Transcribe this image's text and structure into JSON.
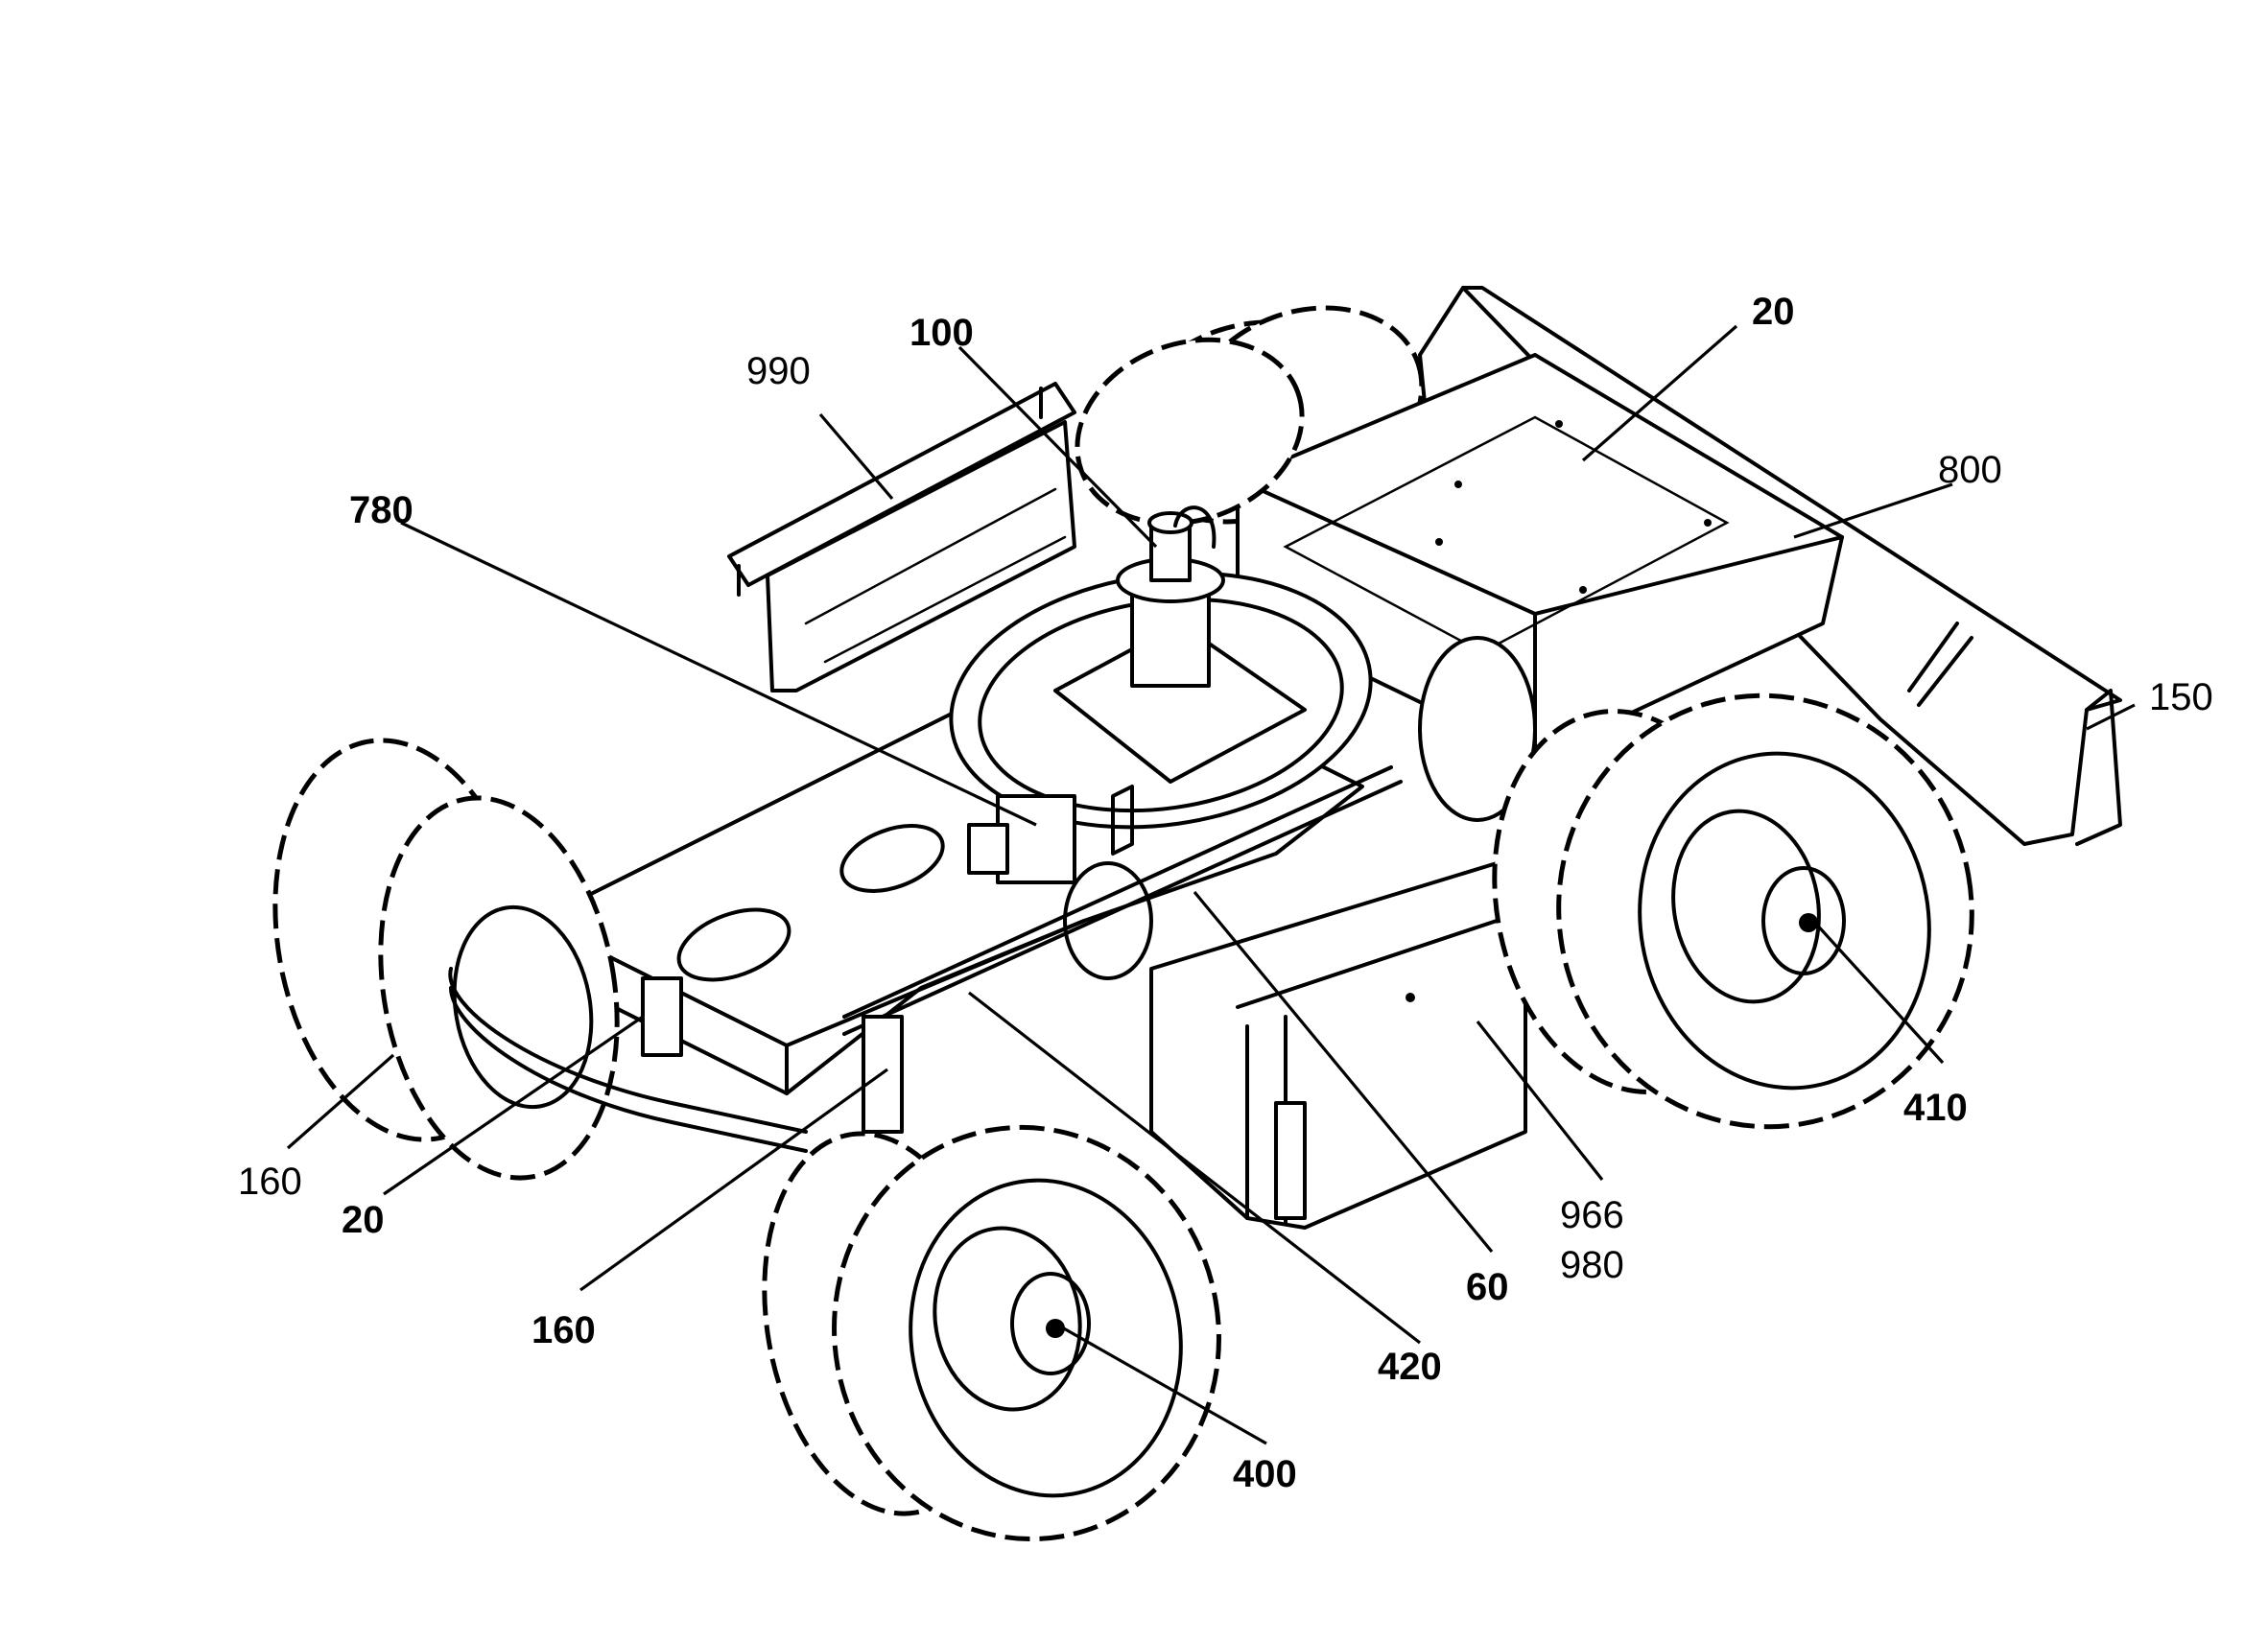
{
  "callouts": [
    {
      "id": "c990",
      "label": "990"
    },
    {
      "id": "c100",
      "label": "100"
    },
    {
      "id": "c20top",
      "label": "20"
    },
    {
      "id": "c800",
      "label": "800"
    },
    {
      "id": "c780",
      "label": "780"
    },
    {
      "id": "c150",
      "label": "150"
    },
    {
      "id": "c410",
      "label": "410"
    },
    {
      "id": "c160left",
      "label": "160"
    },
    {
      "id": "c20left",
      "label": "20"
    },
    {
      "id": "c966",
      "label": "966"
    },
    {
      "id": "c980",
      "label": "980"
    },
    {
      "id": "c60",
      "label": "60"
    },
    {
      "id": "c160bottom",
      "label": "160"
    },
    {
      "id": "c420",
      "label": "420"
    },
    {
      "id": "c400",
      "label": "400"
    }
  ]
}
